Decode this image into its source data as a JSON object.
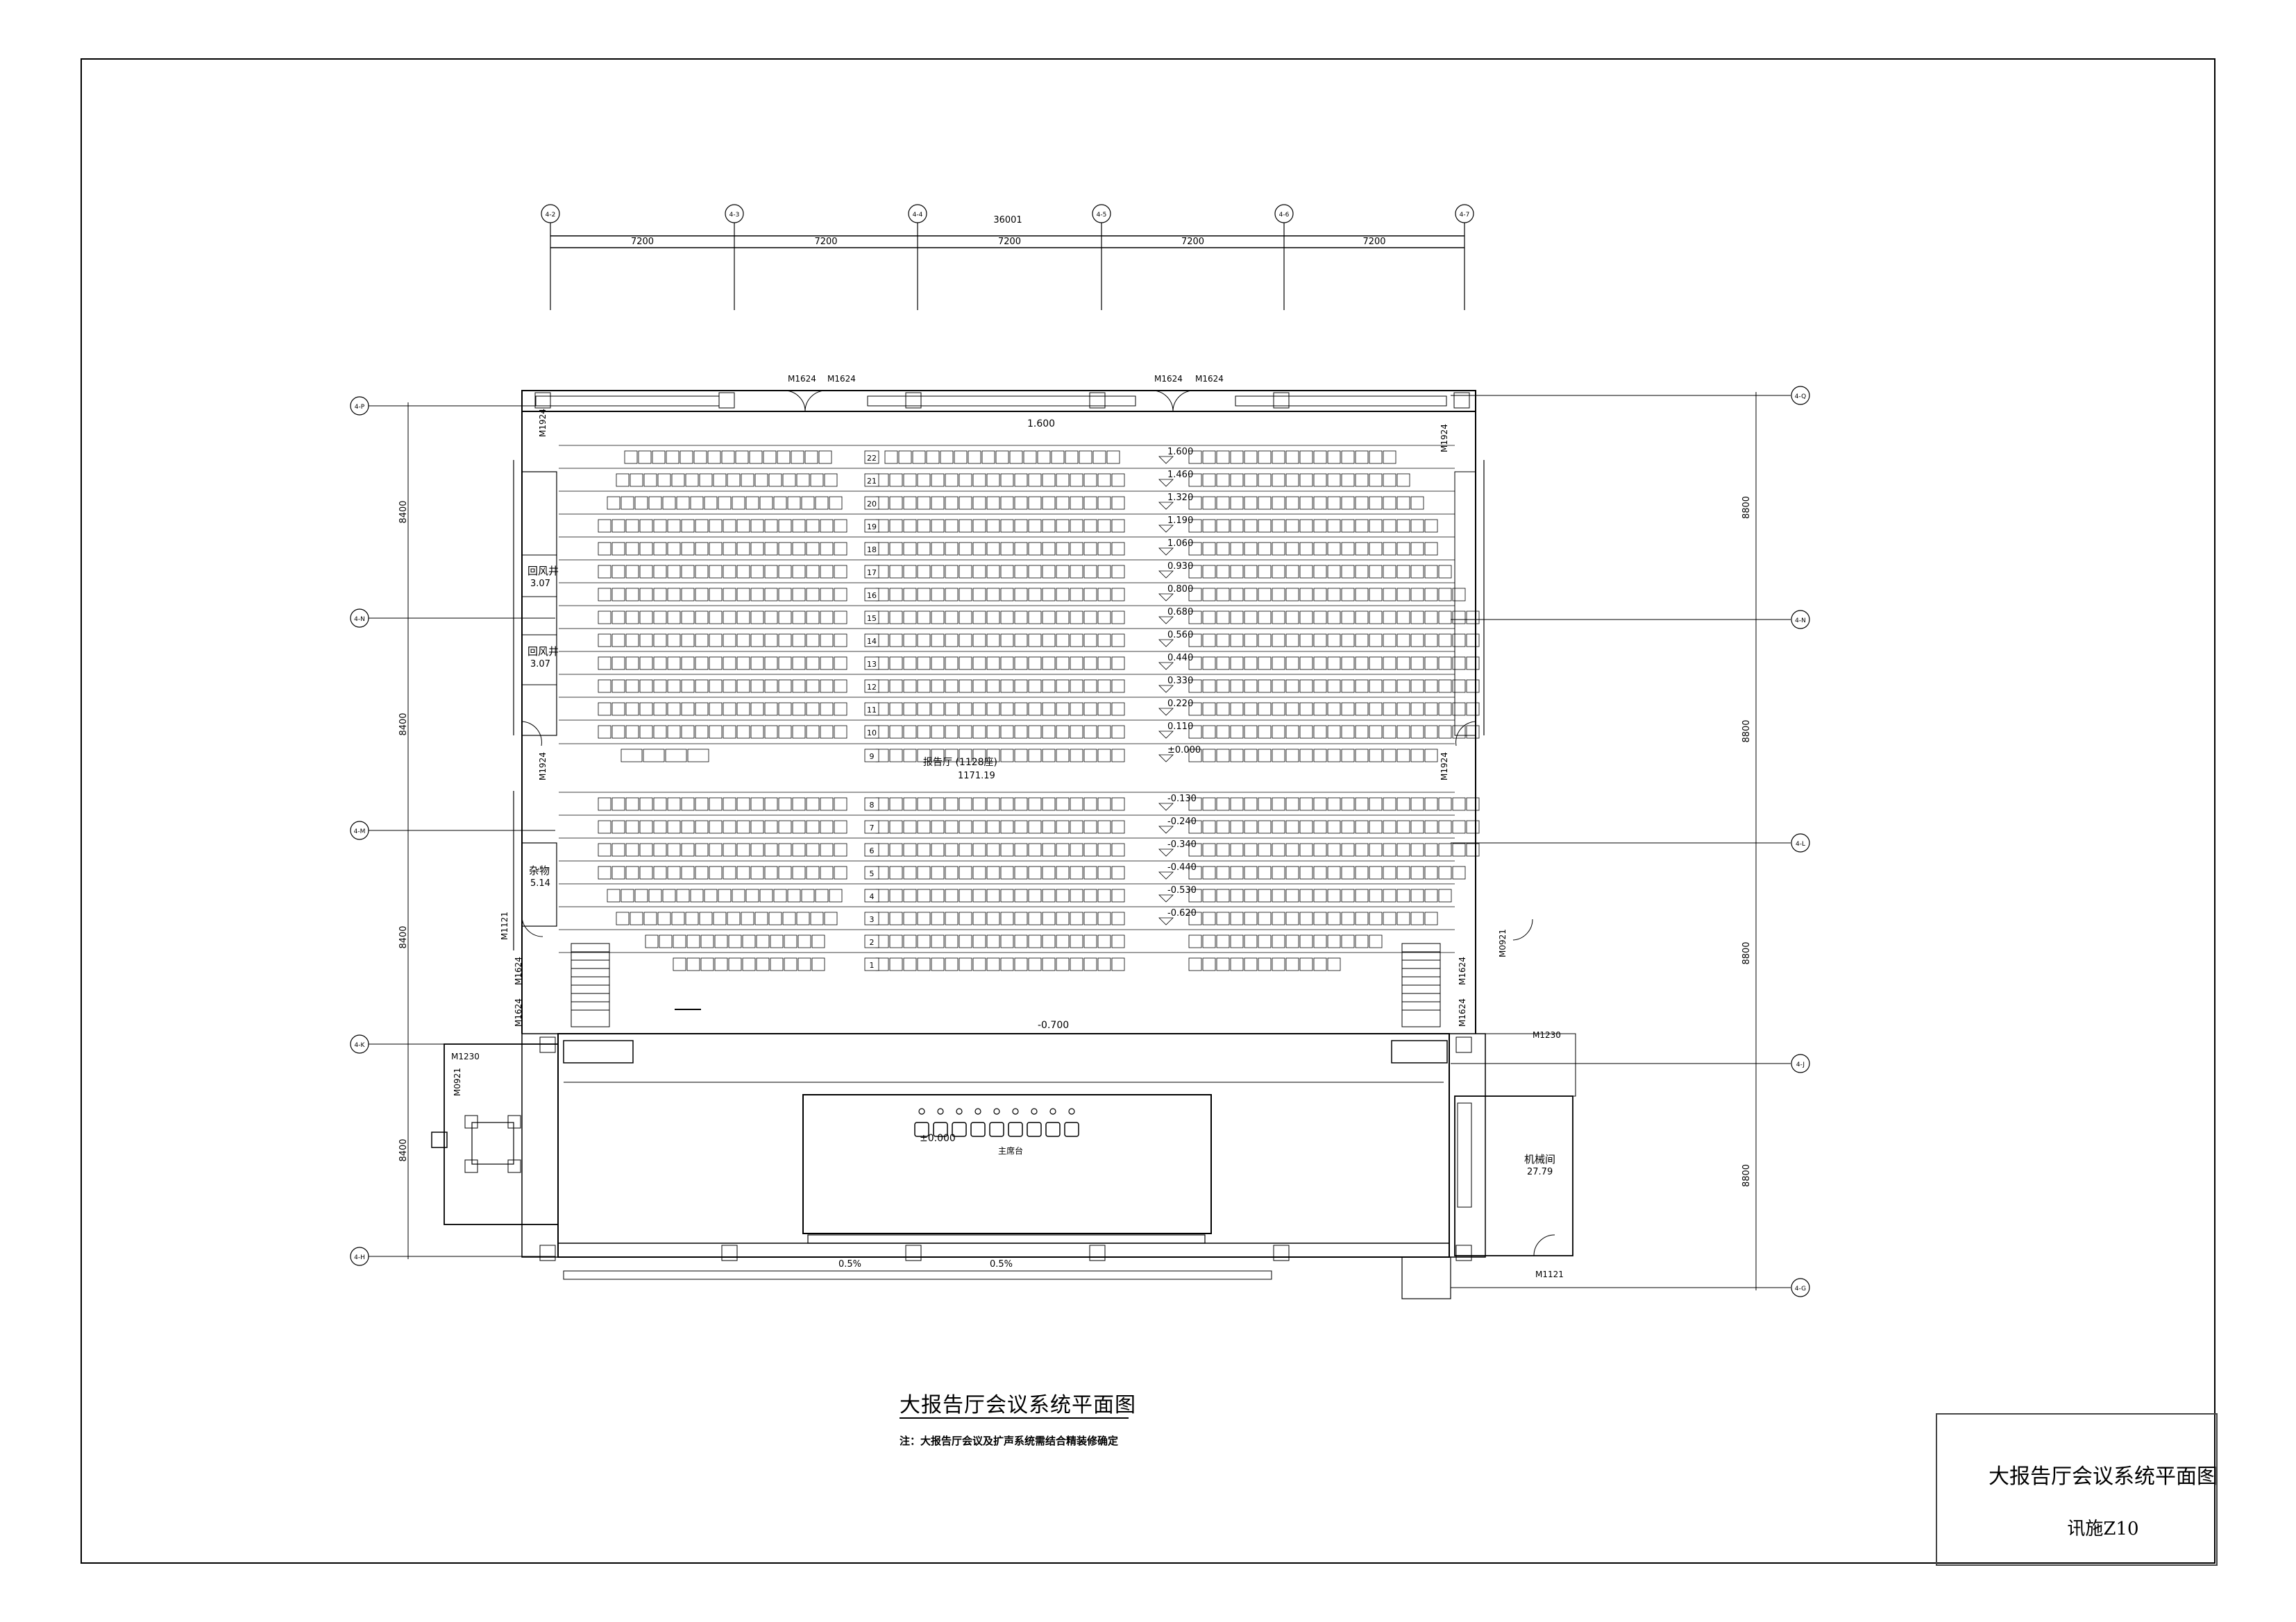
{
  "title_block": {
    "title": "大报告厅会议系统平面图",
    "code": "讯施Z10"
  },
  "drawing": {
    "title": "大报告厅会议系统平面图",
    "note": "注：大报告厅会议及扩声系统需结合精装修确定"
  },
  "axes": {
    "top": [
      "4-2",
      "4-3",
      "4-4",
      "4-5",
      "4-6",
      "4-7"
    ],
    "left": [
      "4-P",
      "4-N",
      "4-M",
      "4-K",
      "4-H"
    ],
    "right": [
      "4-Q",
      "4-N",
      "4-L",
      "4-J",
      "4-G"
    ]
  },
  "dimensions": {
    "overall": "36001",
    "bays": [
      "7200",
      "7200",
      "7200",
      "7200",
      "7200"
    ],
    "left_rows": [
      "8400",
      "8400",
      "8400",
      "8400"
    ],
    "right_rows": [
      "8800",
      "8800",
      "8800",
      "8800"
    ]
  },
  "rows": [
    {
      "num": "22",
      "elev": "1.600"
    },
    {
      "num": "21",
      "elev": "1.460"
    },
    {
      "num": "20",
      "elev": "1.320"
    },
    {
      "num": "19",
      "elev": "1.190"
    },
    {
      "num": "18",
      "elev": "1.060"
    },
    {
      "num": "17",
      "elev": "0.930"
    },
    {
      "num": "16",
      "elev": "0.800"
    },
    {
      "num": "15",
      "elev": "0.680"
    },
    {
      "num": "14",
      "elev": "0.560"
    },
    {
      "num": "13",
      "elev": "0.440"
    },
    {
      "num": "12",
      "elev": "0.330"
    },
    {
      "num": "11",
      "elev": "0.220"
    },
    {
      "num": "10",
      "elev": "0.110"
    },
    {
      "num": "9",
      "elev": "±0.000"
    },
    {
      "num": "8",
      "elev": "-0.130"
    },
    {
      "num": "7",
      "elev": "-0.240"
    },
    {
      "num": "6",
      "elev": "-0.340"
    },
    {
      "num": "5",
      "elev": "-0.440"
    },
    {
      "num": "4",
      "elev": "-0.530"
    },
    {
      "num": "3",
      "elev": "-0.620"
    },
    {
      "num": "2",
      "elev": ""
    },
    {
      "num": "1",
      "elev": ""
    }
  ],
  "rooms": {
    "hall_name": "报告厅 (1128座)",
    "hall_area": "1171.19",
    "shaft1": "回风井",
    "shaft1_area": "3.07",
    "shaft2": "回风井",
    "shaft2_area": "3.07",
    "storage": "杂物",
    "storage_area": "5.14",
    "control": "机械间",
    "control_area": "27.79",
    "stage": "主席台"
  },
  "doors": [
    "M1624",
    "M1624",
    "M1624",
    "M1624",
    "M1924",
    "M1924",
    "M1924",
    "M1924",
    "M1121",
    "M1121",
    "M1624",
    "M1624",
    "M1624",
    "M1624",
    "M1230",
    "M1230",
    "M0921",
    "M0921"
  ],
  "levels": {
    "entrance": "1.600",
    "front": "-0.700",
    "stage": "±0.000",
    "slope1": "0.5%",
    "slope2": "0.5%"
  }
}
